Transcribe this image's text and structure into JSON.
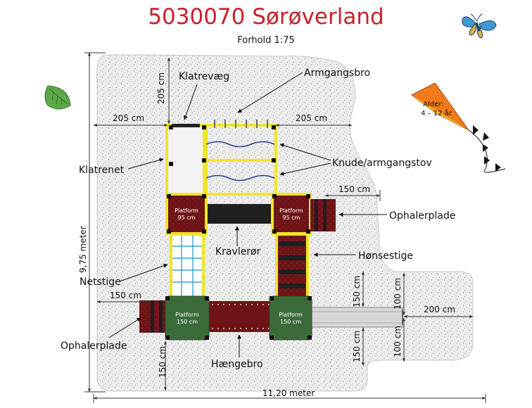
{
  "title": "5030070 Sørøverland",
  "scale": "Forhold 1:75",
  "colors": {
    "title": "#c8202b",
    "frame_yellow": "#f2e529",
    "platform_red": "#6e1416",
    "platform_green": "#3c6b3a",
    "tube": "#1f1f1f",
    "net": "#35a6d6",
    "rope": "#2d3f8f",
    "ground": "#e8e8e8",
    "kite": "#f07a1c"
  },
  "icons": {
    "leaf": "leaf-icon",
    "butterfly": "butterfly-icon",
    "kite": "kite-icon"
  },
  "labels": {
    "klatrevaeg": "Klatrevæg",
    "armgangsbro": "Armgangsbro",
    "klatrenet": "Klatrenet",
    "knude": "Knude/armgangstov",
    "ophalerplade_right": "Ophalerplade",
    "kravleror": "Kravlerør",
    "honsestige": "Hønsestige",
    "netstige": "Netstige",
    "ophalerplade_left": "Ophalerplade",
    "haengebro": "Hængebro"
  },
  "platforms": {
    "p1_title": "Platform",
    "p1_height": "95 cm",
    "p2_title": "Platform",
    "p2_height": "95 cm",
    "p3_title": "Platform",
    "p3_height": "150 cm",
    "p4_title": "Platform",
    "p4_height": "150 cm"
  },
  "dimensions": {
    "d_205_vert": "205 cm",
    "d_205_left": "205 cm",
    "d_205_right": "205 cm",
    "d_150_right": "150 cm",
    "d_975": "9,75 meter",
    "d_150_left": "150 cm",
    "d_150_slide_top": "150 cm",
    "d_100_top": "100 cm",
    "d_200": "200 cm",
    "d_150_slide_bottom": "150 cm",
    "d_100_bottom": "100 cm",
    "d_150_bottom_left": "150 cm",
    "d_1120": "11,20 meter"
  },
  "age": {
    "line1": "Alder:",
    "line2": "4 – 12 år"
  }
}
